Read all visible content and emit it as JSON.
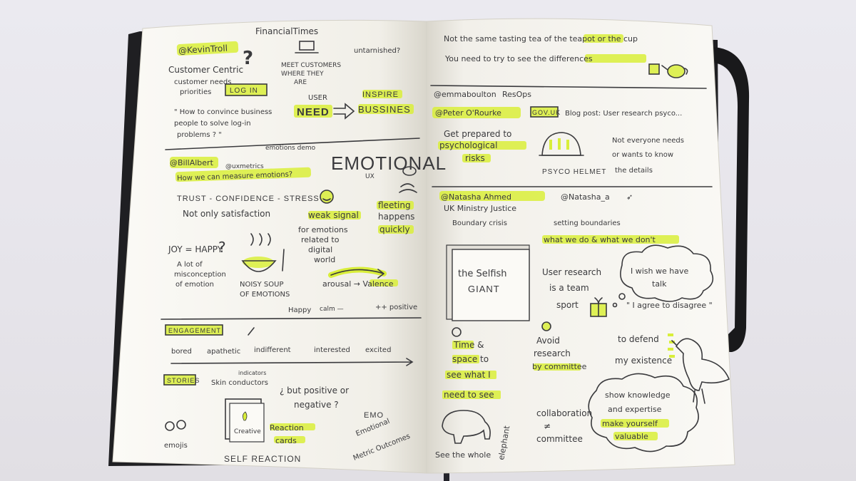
{
  "colors": {
    "background": "#e8e7ec",
    "paper": "#fbfaf6",
    "ink": "#3a3a3d",
    "highlighter": "#d9ee3a",
    "cover": "#1f1f22"
  },
  "left_page": {
    "s1": {
      "tag": "@KevinTroll",
      "source": "FinancialTimes",
      "q": "?",
      "unt": "untarnished?",
      "c1": "Customer Centric",
      "c2": "customer needs",
      "c3": "priorities",
      "login": "LOG IN",
      "m1": "MEET CUSTOMERS",
      "m2": "WHERE THEY",
      "m3": "ARE",
      "user": "USER",
      "need": "NEED",
      "insp": "INSPIRE",
      "bus": "BUSSINES",
      "h1": "\" How to convince business",
      "h2": "people to solve log-in",
      "h3": "problems ? \""
    },
    "s2": {
      "tag": "@BillAlbert",
      "ux": "@uxmetrics",
      "dem": "emotions demo",
      "how": "How we can measure emotions?",
      "emo": "EMOTIONAL",
      "emo_ux": "UX",
      "trust": "TRUST - CONFIDENCE - STRESS",
      "notonly": "Not only satisfaction",
      "weak": "weak signal",
      "w2": "for emotions",
      "w3": "related to",
      "w4": "digital",
      "w5": "world",
      "fl1": "fleeting",
      "fl2": "happens",
      "fl3": "quickly",
      "joy": "JOY = HAPPY",
      "jq": "?",
      "lot1": "A lot of",
      "lot2": "misconception",
      "lot3": "of emotion",
      "noisy1": "NOISY SOUP",
      "noisy2": "OF EMOTIONS",
      "arousal": "arousal → Valence",
      "happy": "Happy",
      "calm": "calm —",
      "pp": "++ positive"
    },
    "s3": {
      "sp": "ENGAGEMENT",
      "t1": "bored",
      "t2": "apathetic",
      "t3": "indifferent",
      "t4": "interested",
      "t5": "excited",
      "stories": "STORIES",
      "skin": "Skin conductors",
      "ind": "indicators",
      "but1": "¿ but positive or",
      "but2": "negative ?",
      "emojis": "emojis",
      "creative": "Creative",
      "rc1": "Reaction",
      "rc2": "cards",
      "selfr": "SELF REACTION",
      "emo3": "EMO",
      "ems1": "Emotional",
      "ems2": "Metric Outcomes"
    }
  },
  "right_page": {
    "t": {
      "a": "Not the same tasting tea of the teapot or the cup",
      "b": "You need to try to see the differences"
    },
    "s4": {
      "tag": "@emmaboulton",
      "ops": "ResOps",
      "tag2": "@Peter O'Rourke",
      "gov": "GOV.UK",
      "blog": "Blog post: User research psyco...",
      "g1": "Get prepared to",
      "g2": "psychological",
      "g3": "risks",
      "helmet": "PSYCO HELMET",
      "n1": "Not everyone needs",
      "n2": "or wants to know",
      "n3": "the details"
    },
    "s5": {
      "tag": "@Natasha Ahmed",
      "tw": "@Natasha_a",
      "min": "UK Ministry Justice",
      "bc": "Boundary crisis",
      "sb": "setting boundaries",
      "wd": "what we do & what we don't",
      "sg1": "the Selfish",
      "sg2": "GIANT",
      "ur1": "User research",
      "ur2": "is a team",
      "ur3": "sport",
      "wi1": "I wish we have",
      "wi2": "talk",
      "agree": "\" I agree to disagree \"",
      "ti1": "Time &",
      "ti2": "space to",
      "ti3": "see what I",
      "ti4": "need to see",
      "av1": "Avoid",
      "av2": "research",
      "av3": "by committee",
      "def1": "to defend",
      "def2": "my existence",
      "col1": "collaboration",
      "col2": "≠",
      "col3": "committee",
      "see": "See the whole",
      "ele": "elephant",
      "sh1": "show knowledge",
      "sh2": "and expertise",
      "sh3": "make yourself",
      "sh4": "valuable"
    }
  }
}
